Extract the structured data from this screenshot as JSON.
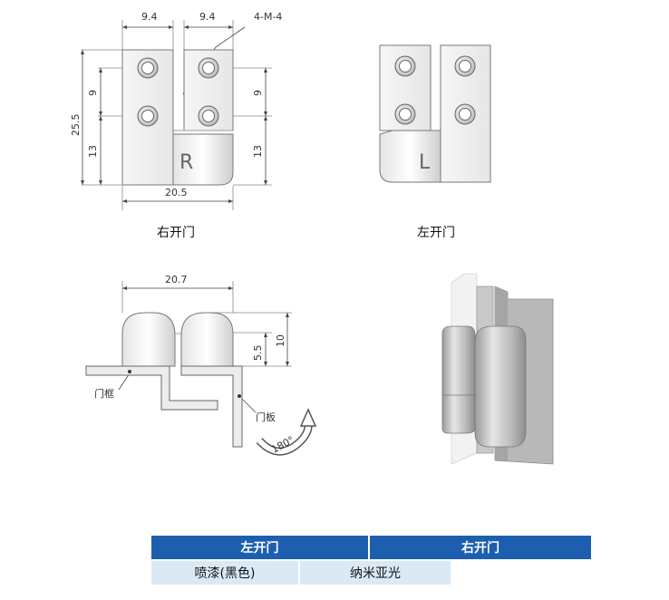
{
  "top_right_view": {
    "dim_left_width": "9.4",
    "dim_right_width": "9.4",
    "dim_holes": "4-M-4",
    "dim_total_height": "25.5",
    "dim_upper_height": "9",
    "dim_lower_height": "13",
    "dim_upper_height_right": "9",
    "dim_lower_height_right": "13",
    "dim_total_width": "20.5",
    "letter": "R",
    "caption": "右开门"
  },
  "top_left_view": {
    "letter": "L",
    "caption": "左开门"
  },
  "side_view": {
    "dim_width": "20.7",
    "dim_pin_height": "5.5",
    "dim_height": "10",
    "label_frame": "门框",
    "label_door": "门板",
    "rotation": "180°"
  },
  "finish_table": {
    "headers": [
      "左开门",
      "右开门"
    ],
    "cells": [
      "喷漆(黑色)",
      "纳米亚光"
    ]
  },
  "colors": {
    "header_bg": "#1d5fae",
    "cell_bg": "#d9e9f6"
  }
}
